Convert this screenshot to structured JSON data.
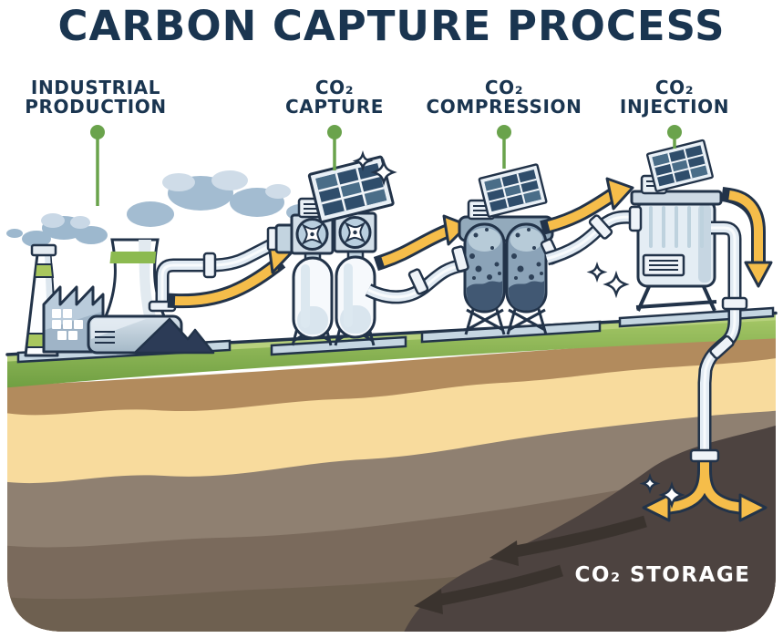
{
  "title": "CARBON CAPTURE PROCESS",
  "stages": [
    {
      "id": "industrial-production",
      "line1": "INDUSTRIAL",
      "line2": "PRODUCTION"
    },
    {
      "id": "co2-capture",
      "line1": "CO₂",
      "line2": "CAPTURE"
    },
    {
      "id": "co2-compression",
      "line1": "CO₂",
      "line2": "COMPRESSION"
    },
    {
      "id": "co2-injection",
      "line1": "CO₂",
      "line2": "INJECTION"
    }
  ],
  "underground": {
    "storage_label": "CO₂ STORAGE"
  },
  "colors": {
    "heading_navy": "#1a3550",
    "outline_navy": "#223349",
    "pin_green": "#6aa34c",
    "grass_green": "#84af4e",
    "flow_arrow_yellow": "#f5bd4a",
    "soil_brown": "#b28b5d",
    "sand_tan": "#f8db9d",
    "rock_taupe": "#8f8071",
    "reservoir_dark": "#4d4340",
    "storage_text": "#ffffff",
    "machine_steel": "#d2dee8",
    "solar_cell_blue": "#2f4d6b",
    "smoke_blue_gray": "#a3bcd1"
  },
  "scene": {
    "stations": [
      "factory-industrial-production",
      "co2-capture-unit",
      "co2-compression-unit",
      "co2-injection-unit"
    ],
    "icons": [
      "solar-panel-icon",
      "fan-icon",
      "sparkle-icon",
      "smoke-cloud-icon",
      "pipe-icon",
      "flow-arrow-icon",
      "storage-arrow-icon",
      "stage-pin-icon"
    ]
  }
}
